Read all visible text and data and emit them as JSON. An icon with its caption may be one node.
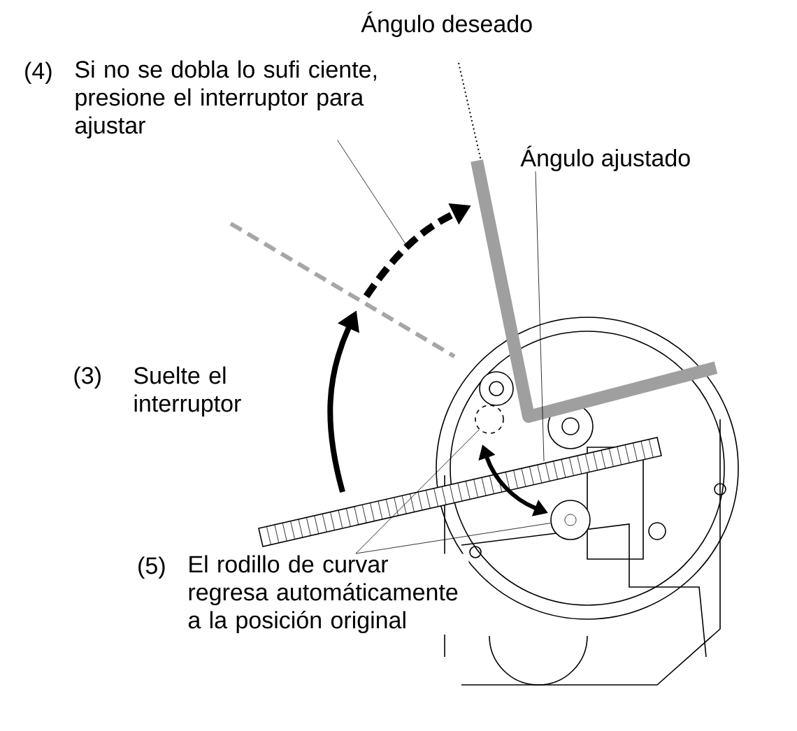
{
  "diagram": {
    "nodes": [
      {
        "text": [
          "(4)",
          "Si no se dobla lo sufi ciente, presione el interruptor para ajustar"
        ]
      },
      {
        "text": [
          "Ángulo ajustado"
        ]
      },
      {
        "text": [
          "(5)",
          "El rodillo de curvar regresa automáticamente a la posición original"
        ]
      },
      {
        "text": [],
        "shape": "circle"
      },
      {
        "text": [],
        "shape": "circle"
      }
    ],
    "edges": [
      {
        "from": 0,
        "to": null,
        "arrow": "none"
      },
      {
        "from": 1,
        "to": null,
        "arrow": "none"
      },
      {
        "from": 2,
        "to": 3,
        "arrow": "none"
      },
      {
        "from": 2,
        "to": 4,
        "arrow": "none"
      }
    ],
    "labels": [
      "Ángulo deseado",
      "(3)",
      "Suelte el interruptor"
    ]
  }
}
